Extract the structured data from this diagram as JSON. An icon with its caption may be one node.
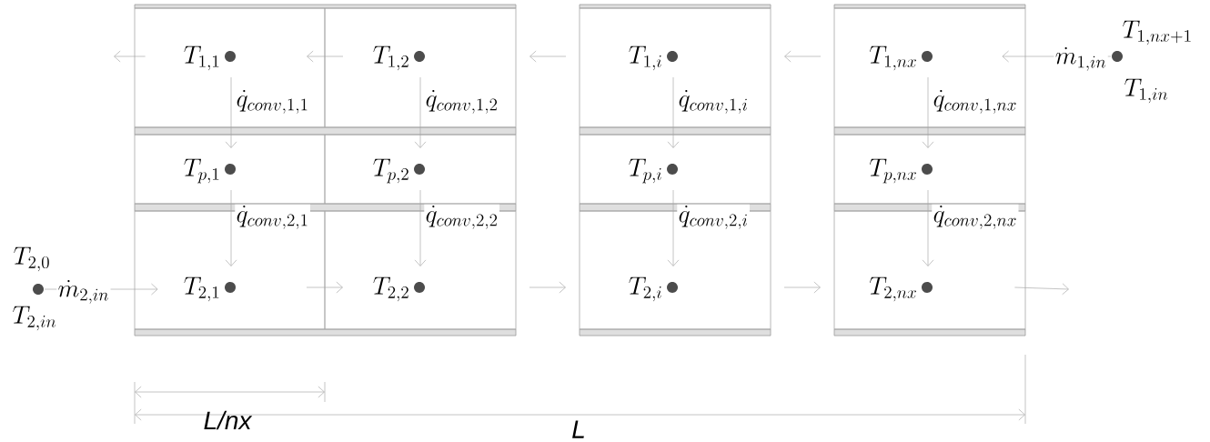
{
  "diagram": {
    "nodes": [
      {
        "text": [
          "T_{1,1}"
        ]
      },
      {
        "text": [
          "T_{1,2}"
        ]
      },
      {
        "text": [
          "T_{1,i}"
        ]
      },
      {
        "text": [
          "T_{1,nx}"
        ]
      },
      {
        "text": [
          "T_{1,nx+1}",
          "T_{1,in}"
        ]
      },
      {
        "text": [
          "T_{p,1}"
        ]
      },
      {
        "text": [
          "T_{p,2}"
        ]
      },
      {
        "text": [
          "T_{p,i}"
        ]
      },
      {
        "text": [
          "T_{p,nx}"
        ]
      },
      {
        "text": [
          "T_{2,0}",
          "T_{2,in}"
        ]
      },
      {
        "text": [
          "T_{2,1}"
        ]
      },
      {
        "text": [
          "T_{2,2}"
        ]
      },
      {
        "text": [
          "T_{2,i}"
        ]
      },
      {
        "text": [
          "T_{2,nx}"
        ]
      }
    ],
    "edges": [
      {
        "from": 0,
        "to": null,
        "arrow": "to"
      },
      {
        "from": 1,
        "to": 0,
        "arrow": "to"
      },
      {
        "from": 2,
        "to": 1,
        "arrow": "to"
      },
      {
        "from": 3,
        "to": 2,
        "arrow": "to"
      },
      {
        "from": 4,
        "to": 3,
        "arrow": "to",
        "label": "\\dot{m}_{1,in}"
      },
      {
        "from": 0,
        "to": 5,
        "arrow": "to",
        "label": "\\dot{q}_{conv,1,1}"
      },
      {
        "from": 1,
        "to": 6,
        "arrow": "to",
        "label": "\\dot{q}_{conv,1,2}"
      },
      {
        "from": 2,
        "to": 7,
        "arrow": "to",
        "label": "\\dot{q}_{conv,1,i}"
      },
      {
        "from": 3,
        "to": 8,
        "arrow": "to",
        "label": "\\dot{q}_{conv,1,nx}"
      },
      {
        "from": 5,
        "to": 10,
        "arrow": "to",
        "label": "\\dot{q}_{conv,2,1}"
      },
      {
        "from": 6,
        "to": 11,
        "arrow": "to",
        "label": "\\dot{q}_{conv,2,2}"
      },
      {
        "from": 7,
        "to": 12,
        "arrow": "to",
        "label": "\\dot{q}_{conv,2,i}"
      },
      {
        "from": 8,
        "to": 13,
        "arrow": "to",
        "label": "\\dot{q}_{conv,2,nx}"
      },
      {
        "from": 9,
        "to": 10,
        "arrow": "to",
        "label": "\\dot{m}_{2,in}"
      },
      {
        "from": 10,
        "to": 11,
        "arrow": "to"
      },
      {
        "from": 11,
        "to": 12,
        "arrow": "to"
      },
      {
        "from": 12,
        "to": 13,
        "arrow": "to"
      },
      {
        "from": 13,
        "to": null,
        "arrow": "to"
      }
    ],
    "labels": [
      "L/nx",
      "L"
    ]
  }
}
